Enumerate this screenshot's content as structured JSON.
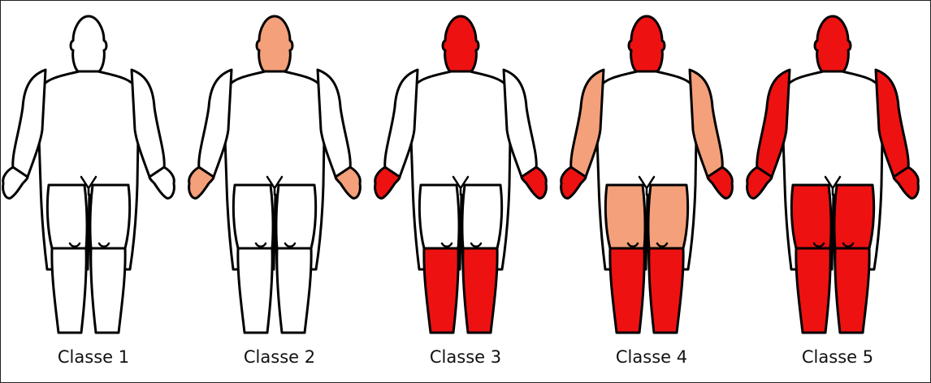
{
  "colors": {
    "none": "#ffffff",
    "light": "#f4a07a",
    "full": "#ee1111"
  },
  "figures": [
    {
      "label": "Classe 1",
      "head": "none",
      "arms": "none",
      "hands": "none",
      "thighs": "none",
      "legs": "none"
    },
    {
      "label": "Classe 2",
      "head": "light",
      "arms": "none",
      "hands": "light",
      "thighs": "none",
      "legs": "none"
    },
    {
      "label": "Classe 3",
      "head": "full",
      "arms": "none",
      "hands": "full",
      "thighs": "none",
      "legs": "full"
    },
    {
      "label": "Classe 4",
      "head": "full",
      "arms": "light",
      "hands": "full",
      "thighs": "light",
      "legs": "full"
    },
    {
      "label": "Classe 5",
      "head": "full",
      "arms": "full",
      "hands": "full",
      "thighs": "full",
      "legs": "full"
    }
  ]
}
